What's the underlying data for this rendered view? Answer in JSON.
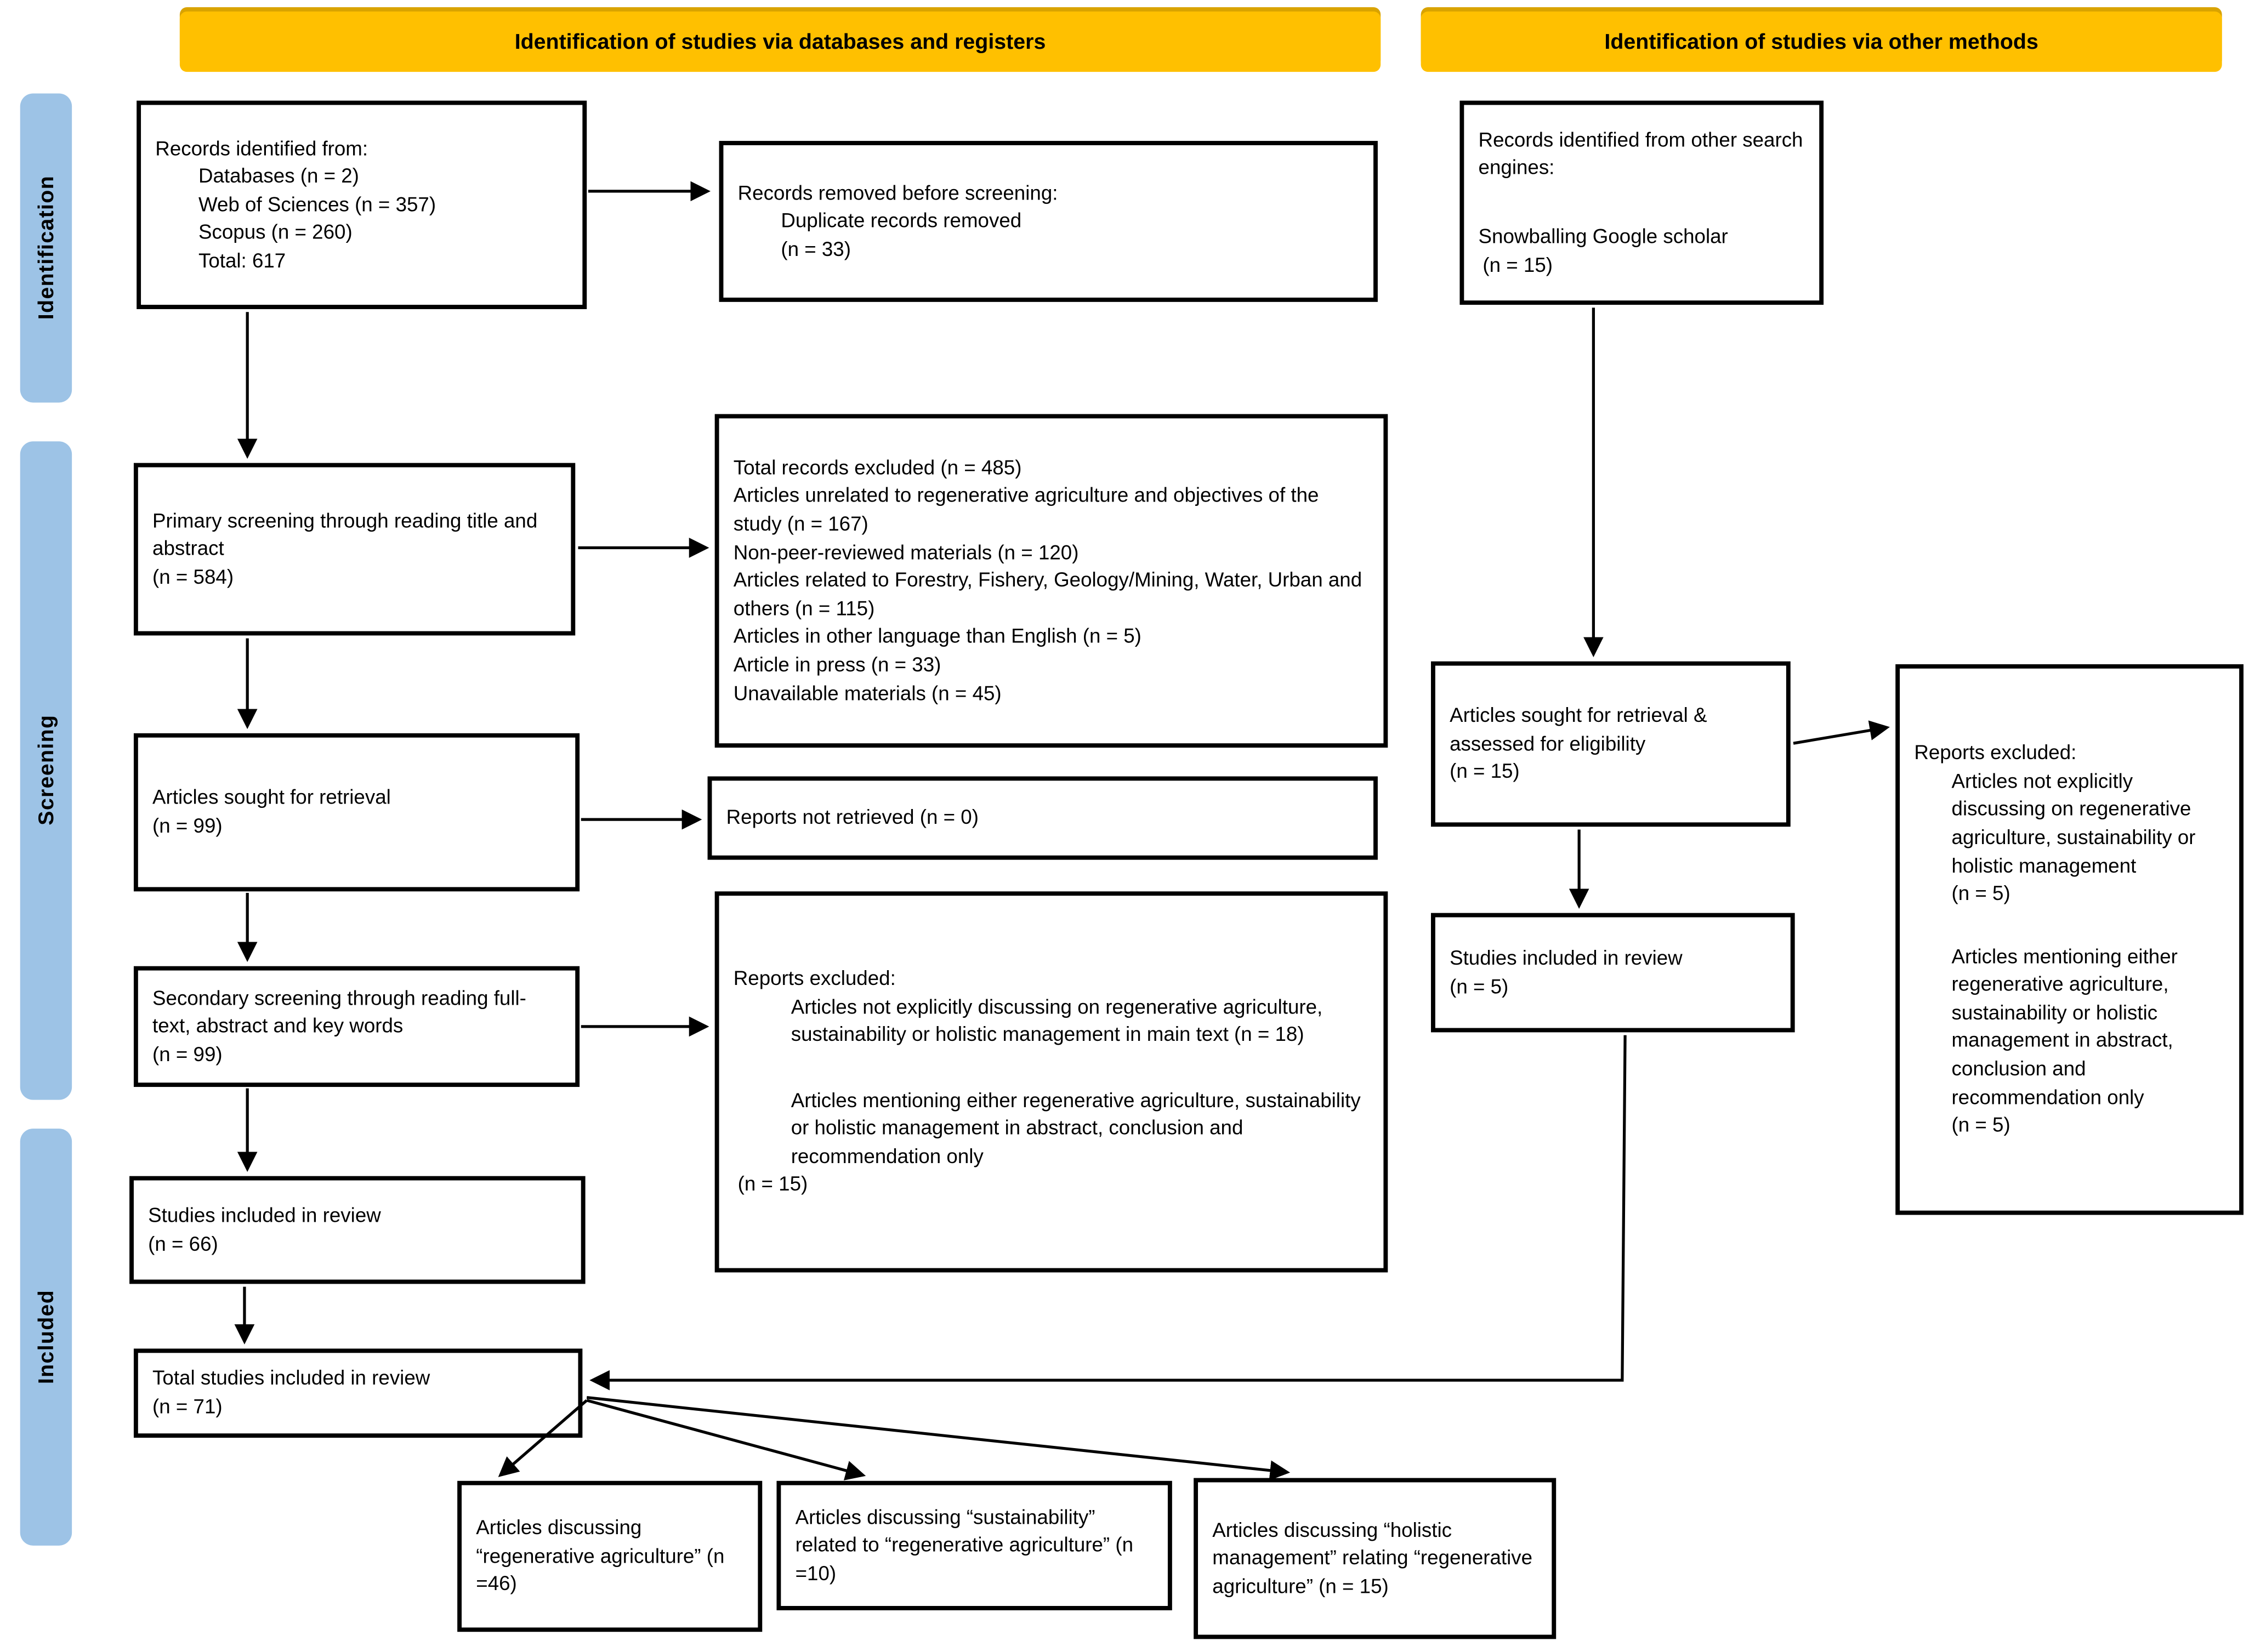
{
  "colors": {
    "banner_bg": "#FFC000",
    "stage_bg": "#9DC3E6",
    "box_border": "#000000",
    "arrow": "#000000"
  },
  "banners": {
    "databases": "Identification of studies via databases and registers",
    "other": "Identification of studies via other methods"
  },
  "stages": {
    "identification": "Identification",
    "screening": "Screening",
    "included": "Included"
  },
  "boxes": {
    "records_identified": {
      "title": "Records identified from:",
      "items": [
        "Databases (n = 2)",
        "Web of Sciences (n = 357)",
        "Scopus (n = 260)",
        "Total: 617"
      ]
    },
    "records_removed": {
      "title": "Records removed before screening:",
      "items": [
        "Duplicate records removed",
        "(n = 33)"
      ]
    },
    "other_records": {
      "title": "Records identified from other search engines:",
      "source": "Snowballing Google scholar",
      "count": "(n = 15)"
    },
    "primary_screening": {
      "text": "Primary screening through reading title and abstract",
      "count": "(n = 584)"
    },
    "total_excluded": {
      "lines": [
        "Total records excluded (n = 485)",
        "Articles unrelated to regenerative agriculture and objectives of the study (n = 167)",
        "Non-peer-reviewed materials (n = 120)",
        "Articles related to Forestry, Fishery, Geology/Mining, Water, Urban and others (n = 115)",
        "Articles in other language than English (n = 5)",
        "Article in press (n = 33)",
        "Unavailable materials (n = 45)"
      ]
    },
    "sought_retrieval": {
      "text": "Articles sought for retrieval",
      "count": "(n = 99)"
    },
    "not_retrieved": {
      "text": "Reports not retrieved (n = 0)"
    },
    "secondary_screening": {
      "text": "Secondary screening through reading full-text, abstract and key words",
      "count": "(n = 99)"
    },
    "reports_excluded_main": {
      "title": "Reports excluded:",
      "para1": "Articles not explicitly discussing on regenerative agriculture, sustainability or holistic management in main text (n = 18)",
      "para2": "Articles mentioning either regenerative agriculture, sustainability or holistic management in abstract, conclusion and recommendation only",
      "count": "(n = 15)"
    },
    "included_review_main": {
      "text": "Studies included in review",
      "count": "(n = 66)"
    },
    "total_included": {
      "text": "Total studies included in review",
      "count": "(n = 71)"
    },
    "sought_eligibility": {
      "text": "Articles sought for retrieval & assessed for eligibility",
      "count": "(n = 15)"
    },
    "reports_excluded_other": {
      "title": "Reports excluded:",
      "para1": "Articles not explicitly discussing on regenerative agriculture, sustainability or holistic management",
      "count1": "(n = 5)",
      "para2": "Articles mentioning either regenerative agriculture, sustainability or holistic management in abstract, conclusion and recommendation only",
      "count2": "(n = 5)"
    },
    "included_review_other": {
      "text": "Studies included in review",
      "count": "(n = 5)"
    },
    "discussing_ra": {
      "text": "Articles discussing “regenerative agriculture” (n =46)"
    },
    "discussing_sustain": {
      "text": "Articles discussing “sustainability” related to “regenerative agriculture” (n =10)"
    },
    "discussing_holistic": {
      "text": "Articles discussing “holistic management” relating “regenerative agriculture” (n = 15)"
    }
  }
}
